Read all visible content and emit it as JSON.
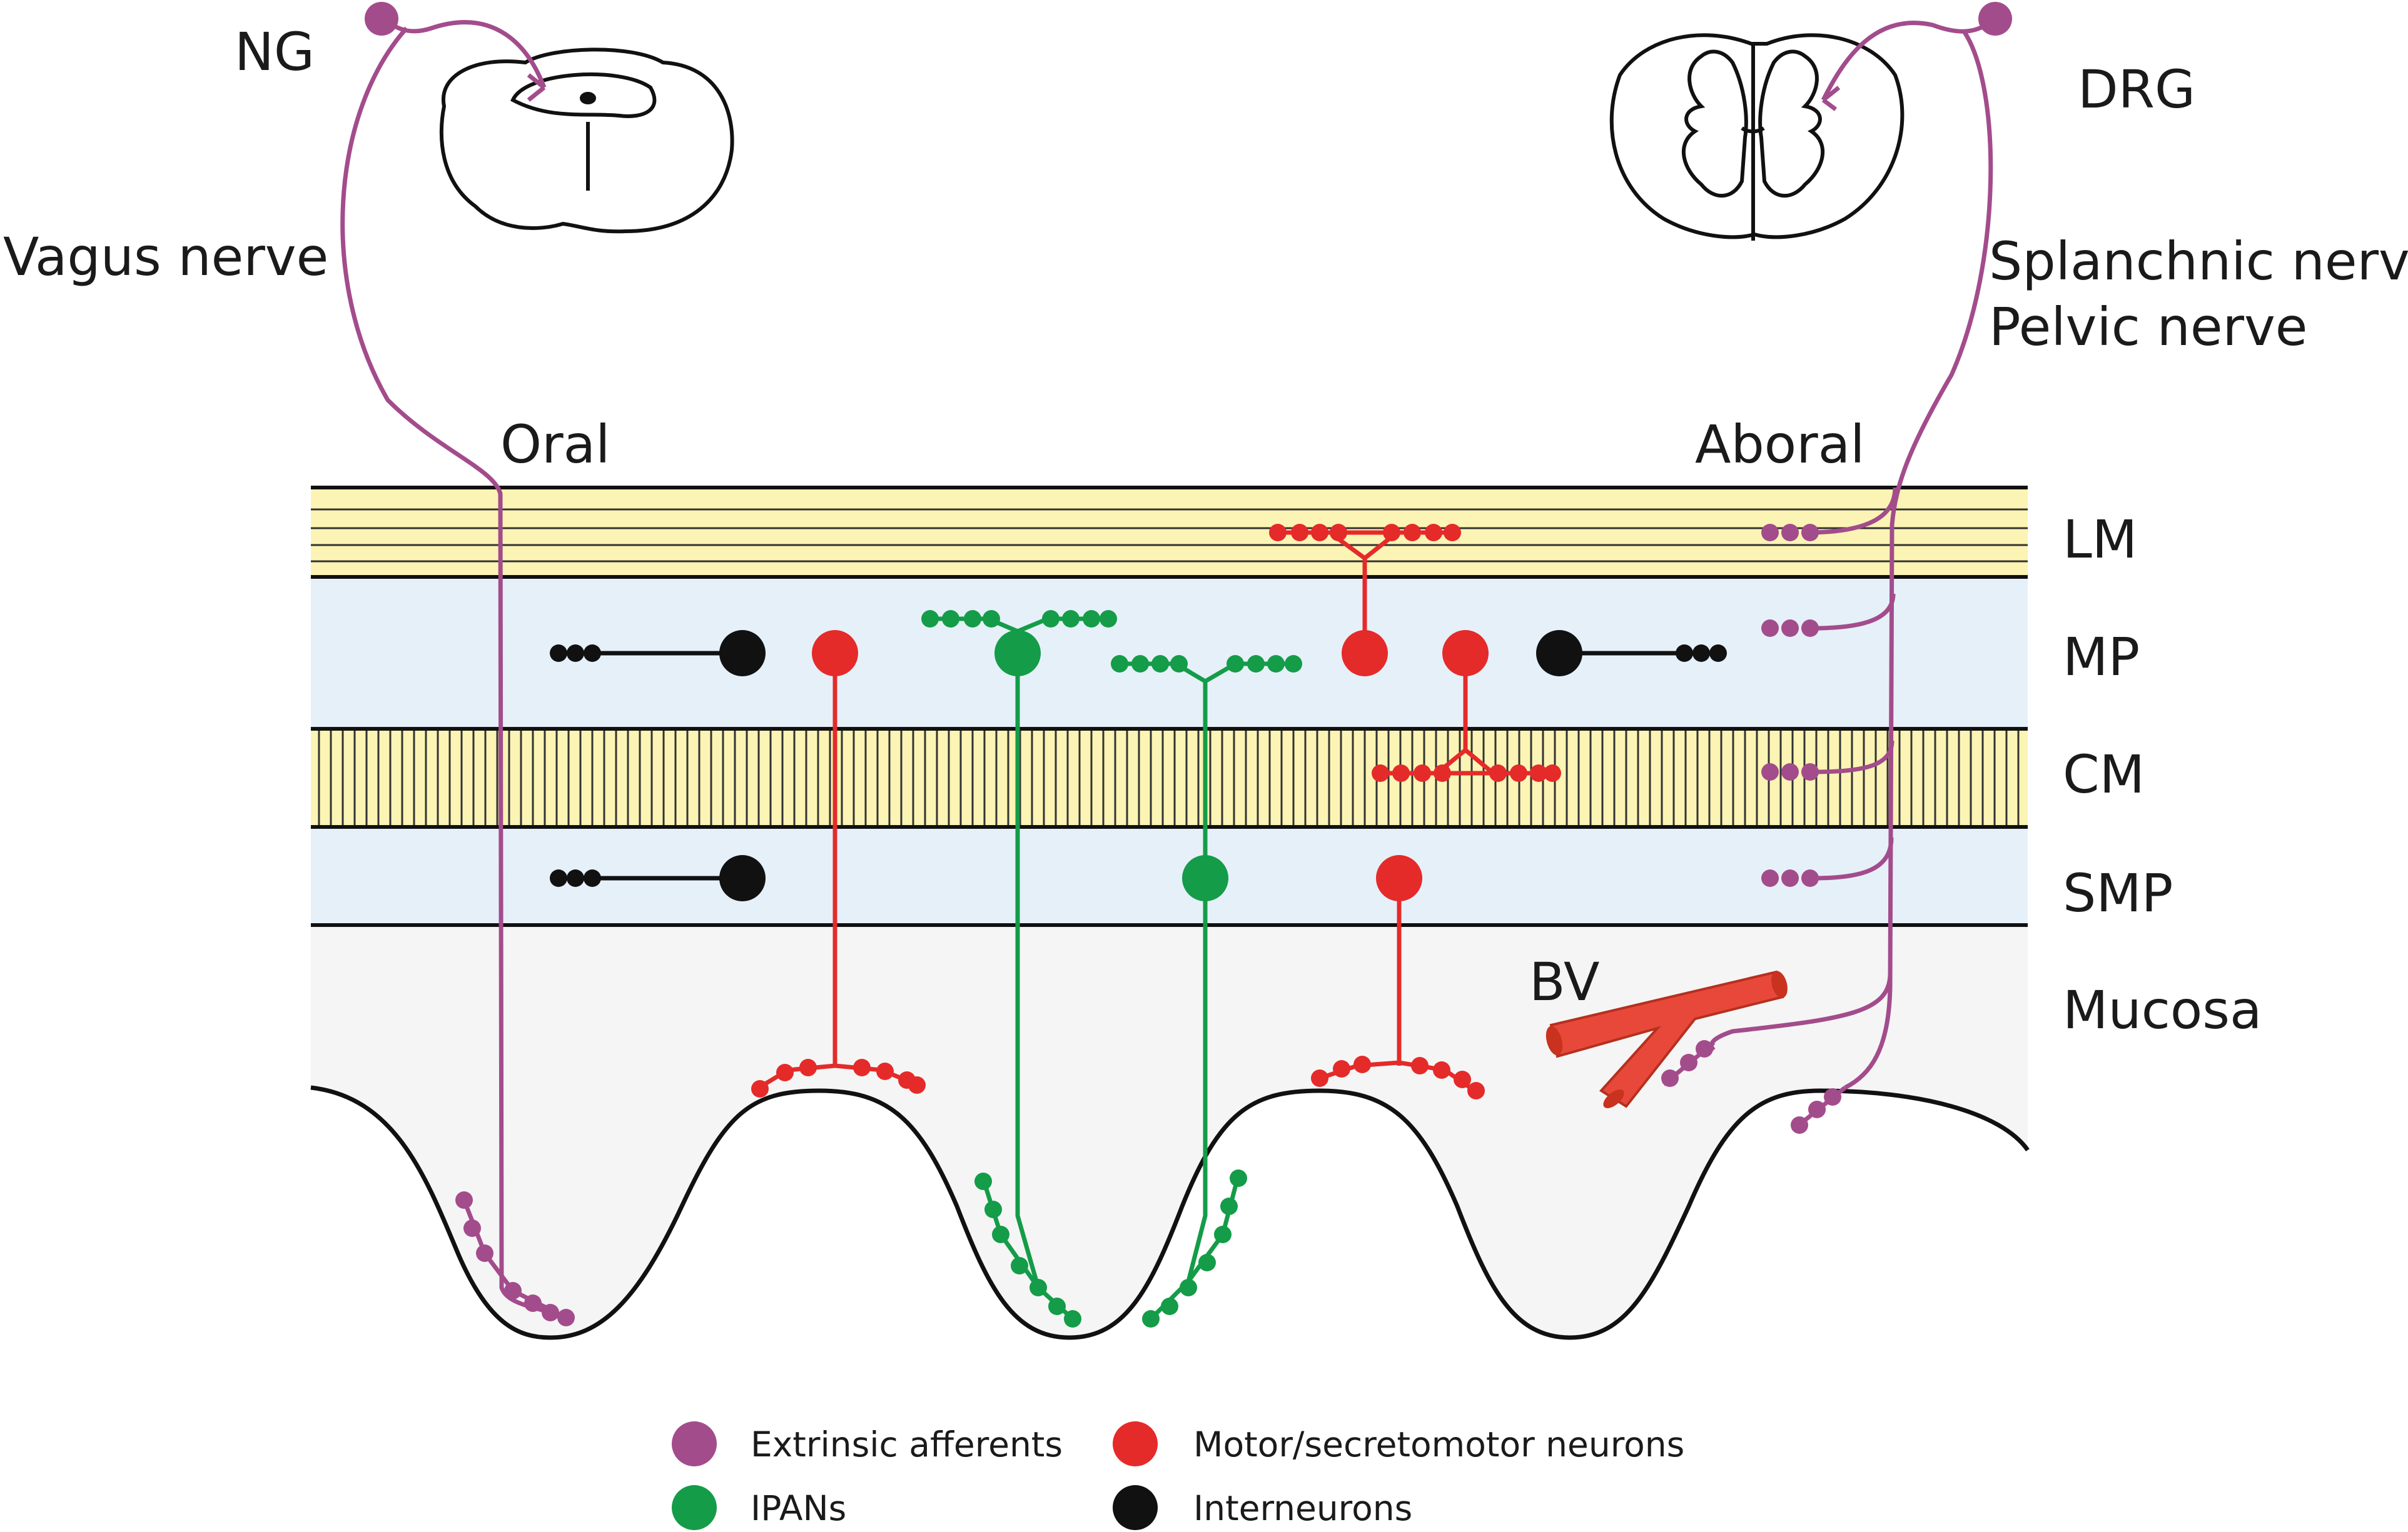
{
  "labels": {
    "ng": "NG",
    "drg": "DRG",
    "vagus_nerve": "Vagus  nerve",
    "splanchnic_nerve": "Splanchnic  nerve",
    "pelvic_nerve": "Pelvic  nerve",
    "oral": "Oral",
    "aboral": "Aboral",
    "bv": "BV"
  },
  "layers": {
    "lm": "LM",
    "mp": "MP",
    "cm": "CM",
    "smp": "SMP",
    "mucosa": "Mucosa"
  },
  "legend": {
    "extrinsic_afferents": "Extrinsic  afferents",
    "ipans": "IPANs",
    "motor_neurons": "Motor/secretomotor  neurons",
    "interneurons": "Interneurons"
  },
  "colors": {
    "extrinsic": "#a34c8c",
    "ipan": "#149c48",
    "motor": "#e52a2a",
    "interneuron": "#111111",
    "muscle": "#fbf4b4",
    "plexus": "#e6f0f9",
    "mucosa": "#f5f5f5",
    "blood_vessel": "#e8483a"
  }
}
